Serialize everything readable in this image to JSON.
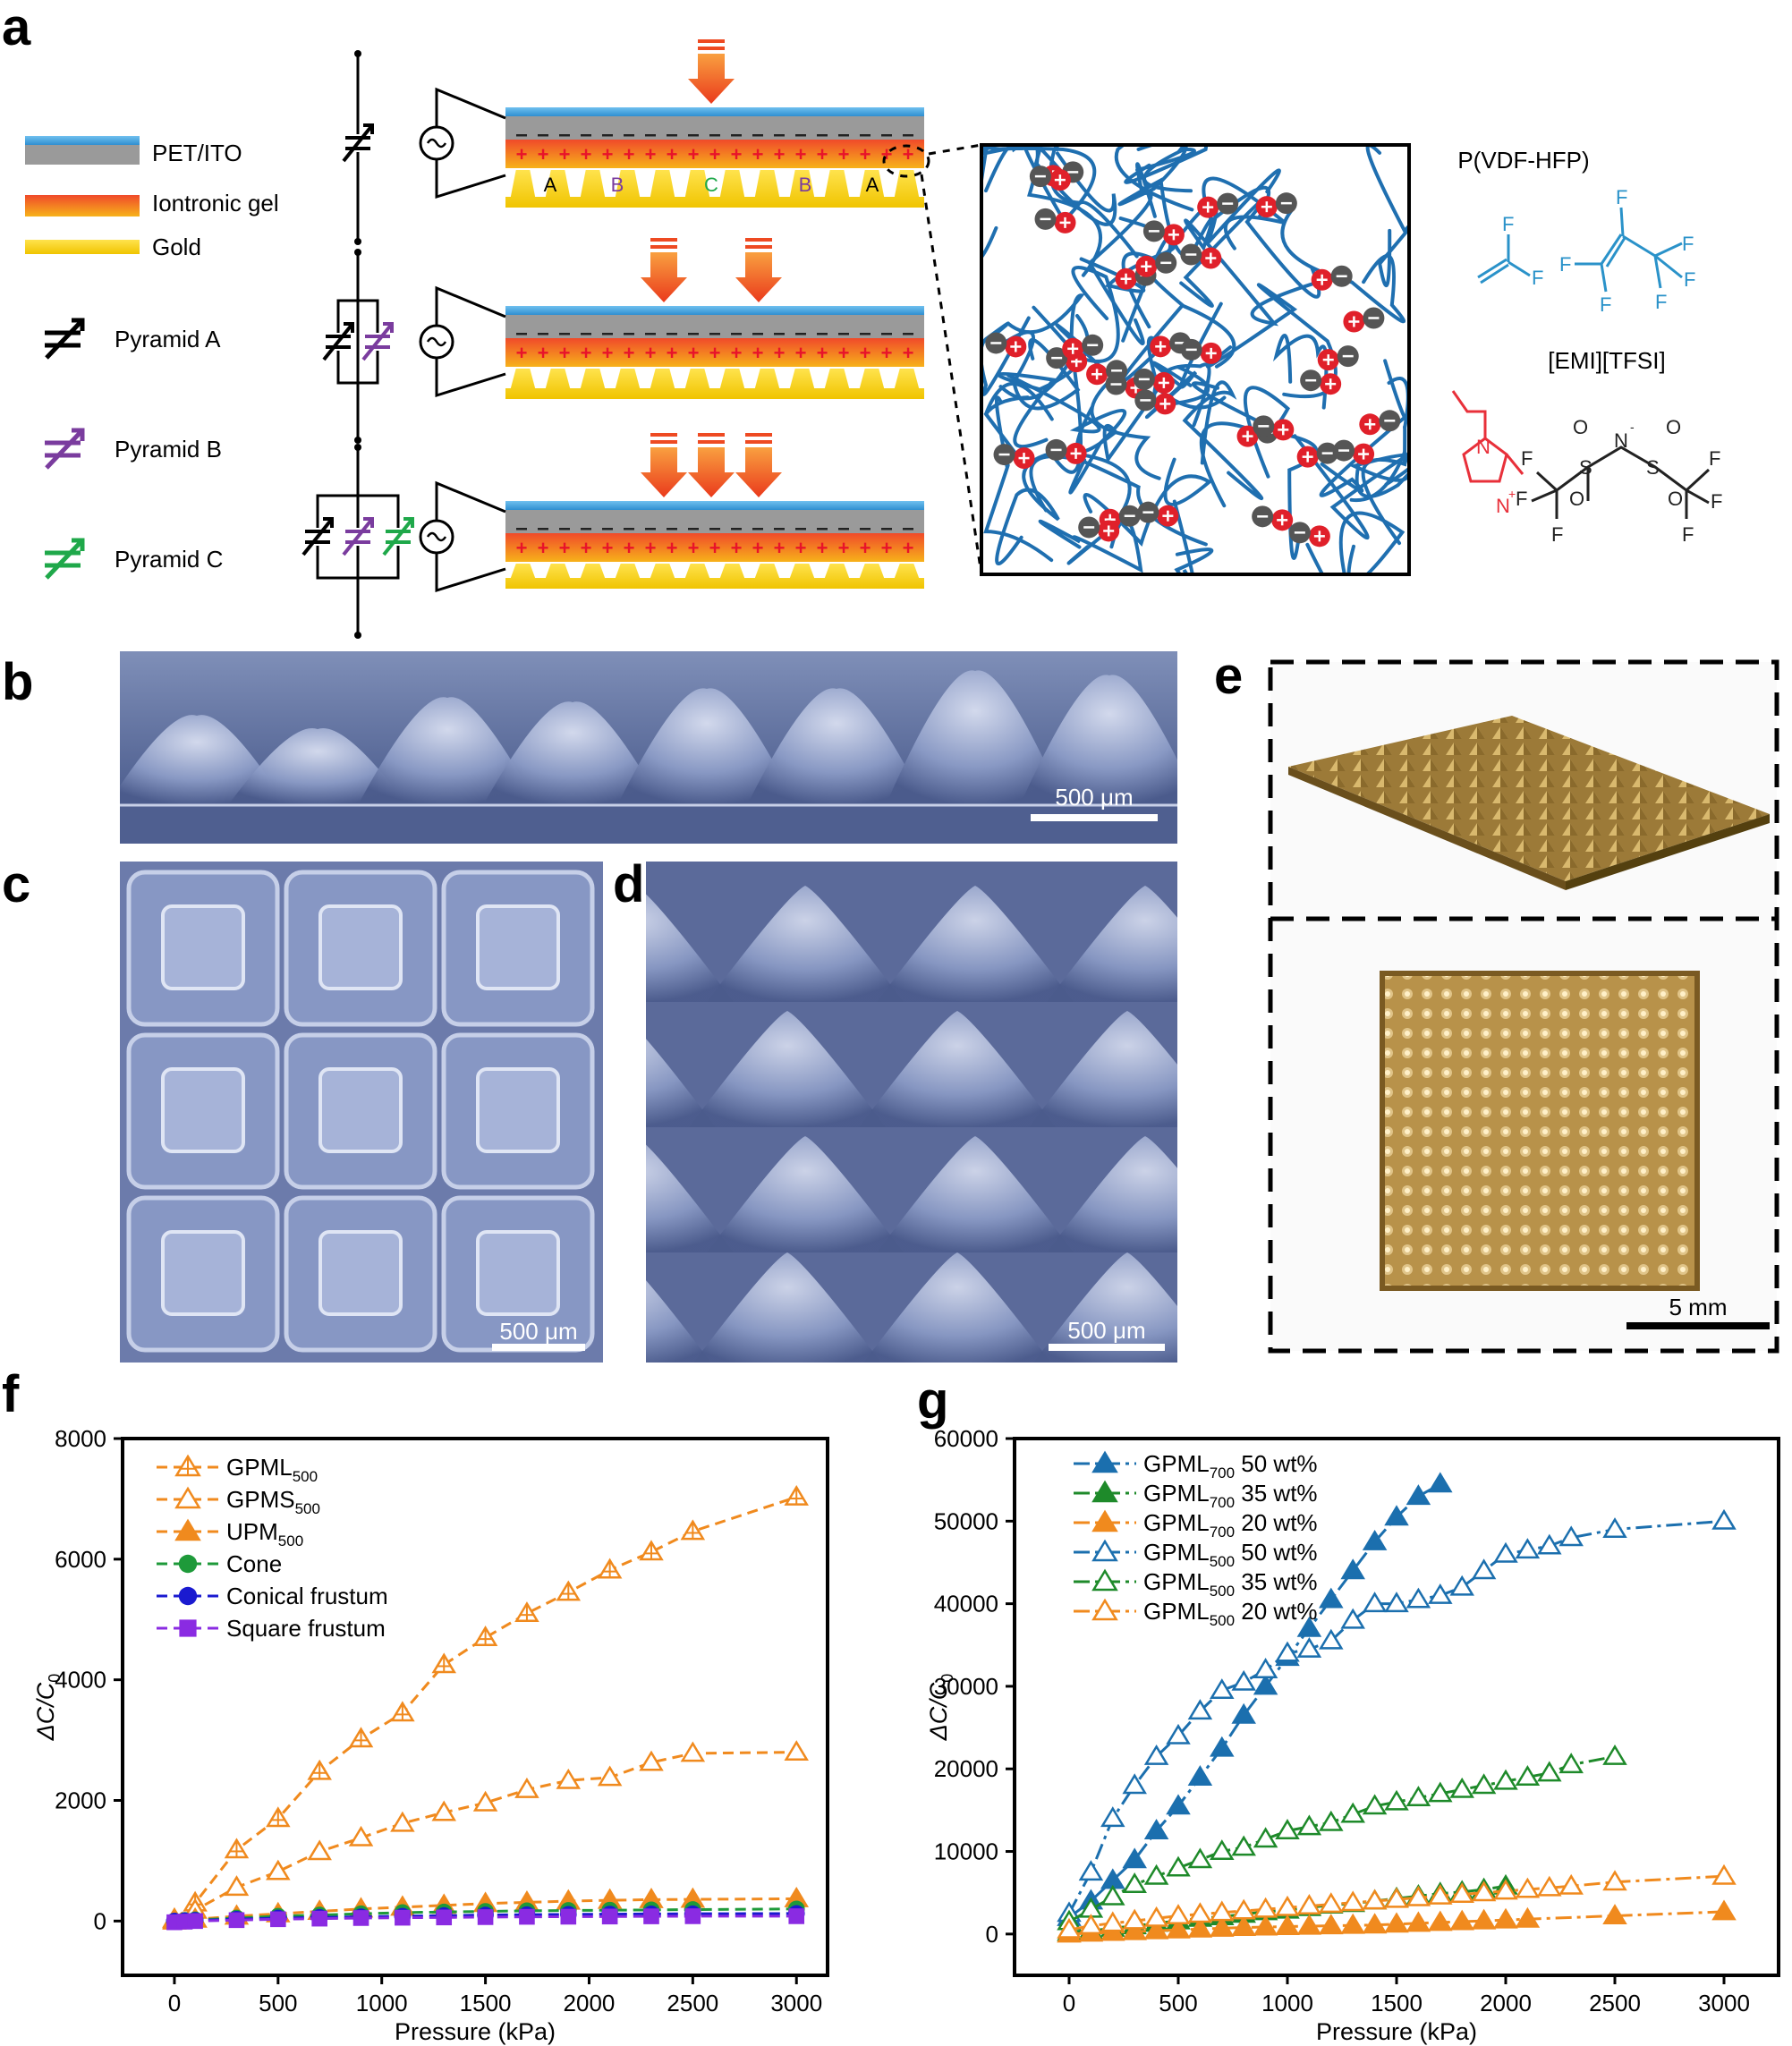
{
  "panel_labels": [
    "a",
    "b",
    "c",
    "d",
    "e",
    "f",
    "g"
  ],
  "panel_a": {
    "legend": [
      {
        "text": "PET/ITO"
      },
      {
        "text": "Iontronic gel"
      },
      {
        "text": "Gold"
      },
      {
        "text": "Pyramid A"
      },
      {
        "text": "Pyramid B"
      },
      {
        "text": "Pyramid C"
      }
    ],
    "pyramid_letters": [
      "A",
      "B",
      "C",
      "B",
      "A"
    ],
    "chem_titles": {
      "polymer": "P(VDF-HFP)",
      "ionic_liquid": "[EMI][TFSI]"
    },
    "colors": {
      "pet": "#2f8fd0",
      "gold": "#f5d000",
      "gel_top": "#f04a2a",
      "gel_bottom": "#f7a21a",
      "pyramid_a": "#000000",
      "pyramid_b": "#7a3c9e",
      "pyramid_c": "#1fa84a",
      "chain": "#1f6fb0",
      "cation": "#e0202a",
      "anion": "#555555",
      "arrow": "#ee4a22"
    }
  },
  "scale_bars": {
    "b": "500 μm",
    "c": "500 μm",
    "d": "500 μm",
    "e": "5 mm"
  },
  "chart_f": {
    "type": "line",
    "xlabel": "Pressure (kPa)",
    "ylabel": "ΔC/C",
    "ylabel_sub": "0",
    "xlim": [
      -250,
      3150
    ],
    "ylim": [
      -900,
      8000
    ],
    "xticks": [
      0,
      500,
      1000,
      1500,
      2000,
      2500,
      3000
    ],
    "yticks": [
      0,
      2000,
      4000,
      6000,
      8000
    ],
    "series": [
      {
        "name": "GPML",
        "sub": "500",
        "color": "#f08a1e",
        "marker": "triangle-cross",
        "x": [
          0,
          100,
          300,
          500,
          700,
          900,
          1100,
          1300,
          1500,
          1700,
          1900,
          2100,
          2300,
          2500,
          3000
        ],
        "y": [
          30,
          300,
          1180,
          1700,
          2480,
          3020,
          3450,
          4250,
          4700,
          5100,
          5450,
          5820,
          6120,
          6460,
          7030
        ]
      },
      {
        "name": "GPMS",
        "sub": "500",
        "color": "#f08a1e",
        "marker": "triangle-open",
        "x": [
          0,
          100,
          300,
          500,
          700,
          900,
          1100,
          1300,
          1500,
          1700,
          1900,
          2100,
          2300,
          2500,
          3000
        ],
        "y": [
          20,
          180,
          560,
          820,
          1150,
          1380,
          1620,
          1800,
          1960,
          2180,
          2330,
          2380,
          2630,
          2780,
          2800
        ]
      },
      {
        "name": "UPM",
        "sub": "500",
        "color": "#f08a1e",
        "marker": "triangle-filled",
        "x": [
          0,
          100,
          300,
          500,
          700,
          900,
          1100,
          1300,
          1500,
          1700,
          1900,
          2100,
          2300,
          2500,
          3000
        ],
        "y": [
          0,
          30,
          80,
          120,
          160,
          200,
          230,
          260,
          290,
          310,
          330,
          345,
          355,
          360,
          370
        ]
      },
      {
        "name": "Cone",
        "sub": "",
        "color": "#1e9a3a",
        "marker": "circle",
        "x": [
          0,
          50,
          100,
          300,
          500,
          700,
          900,
          1100,
          1300,
          1500,
          1700,
          1900,
          2100,
          2300,
          2500,
          3000
        ],
        "y": [
          0,
          10,
          20,
          50,
          80,
          100,
          120,
          140,
          150,
          160,
          170,
          175,
          180,
          185,
          190,
          200
        ]
      },
      {
        "name": "Conical frustum",
        "sub": "",
        "color": "#1a1ad0",
        "marker": "circle",
        "x": [
          0,
          50,
          100,
          300,
          500,
          700,
          900,
          1100,
          1300,
          1500,
          1700,
          1900,
          2100,
          2300,
          2500,
          3000
        ],
        "y": [
          0,
          5,
          10,
          30,
          50,
          60,
          70,
          80,
          90,
          100,
          105,
          110,
          115,
          118,
          120,
          125
        ]
      },
      {
        "name": "Square frustum",
        "sub": "",
        "color": "#8a2be2",
        "marker": "square",
        "x": [
          0,
          50,
          100,
          300,
          500,
          700,
          900,
          1100,
          1300,
          1500,
          1700,
          1900,
          2100,
          2300,
          2500,
          3000
        ],
        "y": [
          -20,
          -10,
          0,
          15,
          30,
          40,
          50,
          55,
          60,
          65,
          70,
          72,
          75,
          78,
          80,
          80
        ]
      }
    ]
  },
  "chart_g": {
    "type": "line",
    "xlabel": "Pressure (kPa)",
    "ylabel": "ΔC/C",
    "ylabel_sub": "0",
    "xlim": [
      -250,
      3250
    ],
    "ylim": [
      -5000,
      60000
    ],
    "xticks": [
      0,
      500,
      1000,
      1500,
      2000,
      2500,
      3000
    ],
    "yticks": [
      0,
      10000,
      20000,
      30000,
      40000,
      50000,
      60000
    ],
    "series": [
      {
        "name": "GPML",
        "sub": "700",
        "suffix": " 50 wt%",
        "color": "#1b6fae",
        "marker": "triangle-filled",
        "dash": "dashdot",
        "x": [
          0,
          100,
          200,
          300,
          400,
          500,
          600,
          700,
          800,
          900,
          1000,
          1100,
          1200,
          1300,
          1400,
          1500,
          1600,
          1700
        ],
        "y": [
          2000,
          4000,
          6500,
          9000,
          12500,
          15500,
          19000,
          22500,
          26500,
          30000,
          33500,
          37000,
          40500,
          44000,
          47500,
          50500,
          53000,
          54500
        ]
      },
      {
        "name": "GPML",
        "sub": "700",
        "suffix": " 35 wt%",
        "color": "#1e8a2a",
        "marker": "triangle-filled",
        "dash": "dashdot",
        "x": [
          0,
          100,
          200,
          300,
          400,
          500,
          600,
          700,
          800,
          900,
          1000,
          1100,
          1200,
          1300,
          1400,
          1500,
          1600,
          1700,
          1800,
          1900,
          2000
        ],
        "y": [
          200,
          400,
          700,
          1000,
          1300,
          1600,
          1900,
          2100,
          2400,
          2700,
          2900,
          3200,
          3500,
          3700,
          4000,
          4300,
          4600,
          4900,
          5100,
          5400,
          5800
        ]
      },
      {
        "name": "GPML",
        "sub": "700",
        "suffix": " 20 wt%",
        "color": "#f08a1e",
        "marker": "triangle-filled",
        "dash": "dashdot",
        "x": [
          0,
          100,
          200,
          300,
          400,
          500,
          600,
          700,
          800,
          900,
          1000,
          1100,
          1200,
          1300,
          1400,
          1500,
          1600,
          1700,
          1800,
          1900,
          2000,
          2100,
          2500,
          3000
        ],
        "y": [
          0,
          100,
          200,
          300,
          400,
          500,
          600,
          700,
          800,
          850,
          900,
          950,
          1000,
          1050,
          1100,
          1200,
          1300,
          1400,
          1500,
          1600,
          1700,
          1800,
          2200,
          2700
        ]
      },
      {
        "name": "GPML",
        "sub": "500",
        "suffix": " 50 wt%",
        "color": "#1b6fae",
        "marker": "triangle-open",
        "dash": "dashdot",
        "x": [
          0,
          100,
          200,
          300,
          400,
          500,
          600,
          700,
          800,
          900,
          1000,
          1100,
          1200,
          1300,
          1400,
          1500,
          1600,
          1700,
          1800,
          1900,
          2000,
          2100,
          2200,
          2300,
          2500,
          3000
        ],
        "y": [
          2500,
          7500,
          14000,
          18000,
          21500,
          24000,
          27000,
          29500,
          30500,
          32000,
          34000,
          34500,
          35500,
          38000,
          40000,
          40000,
          40500,
          41000,
          42000,
          44000,
          46000,
          46500,
          47000,
          48000,
          49000,
          50000
        ]
      },
      {
        "name": "GPML",
        "sub": "500",
        "suffix": " 35 wt%",
        "color": "#1e8a2a",
        "marker": "triangle-open",
        "dash": "dashdot",
        "x": [
          0,
          100,
          200,
          300,
          400,
          500,
          600,
          700,
          800,
          900,
          1000,
          1100,
          1200,
          1300,
          1400,
          1500,
          1600,
          1700,
          1800,
          1900,
          2000,
          2100,
          2200,
          2300,
          2500
        ],
        "y": [
          1500,
          3000,
          4500,
          6000,
          7000,
          8000,
          9000,
          10000,
          10500,
          11500,
          12500,
          13000,
          13500,
          14500,
          15500,
          16000,
          16500,
          17000,
          17500,
          18000,
          18500,
          19000,
          19500,
          20500,
          21500
        ]
      },
      {
        "name": "GPML",
        "sub": "500",
        "suffix": " 20 wt%",
        "color": "#f08a1e",
        "marker": "triangle-open",
        "dash": "dashdot",
        "x": [
          0,
          100,
          200,
          300,
          400,
          500,
          600,
          700,
          800,
          900,
          1000,
          1100,
          1200,
          1300,
          1400,
          1500,
          1600,
          1700,
          1800,
          1900,
          2000,
          2100,
          2200,
          2300,
          2500,
          3000
        ],
        "y": [
          500,
          1000,
          1300,
          1600,
          1900,
          2200,
          2400,
          2600,
          2800,
          3000,
          3200,
          3400,
          3600,
          3800,
          4000,
          4200,
          4400,
          4600,
          4800,
          5000,
          5200,
          5400,
          5600,
          5800,
          6300,
          7000
        ]
      }
    ]
  }
}
